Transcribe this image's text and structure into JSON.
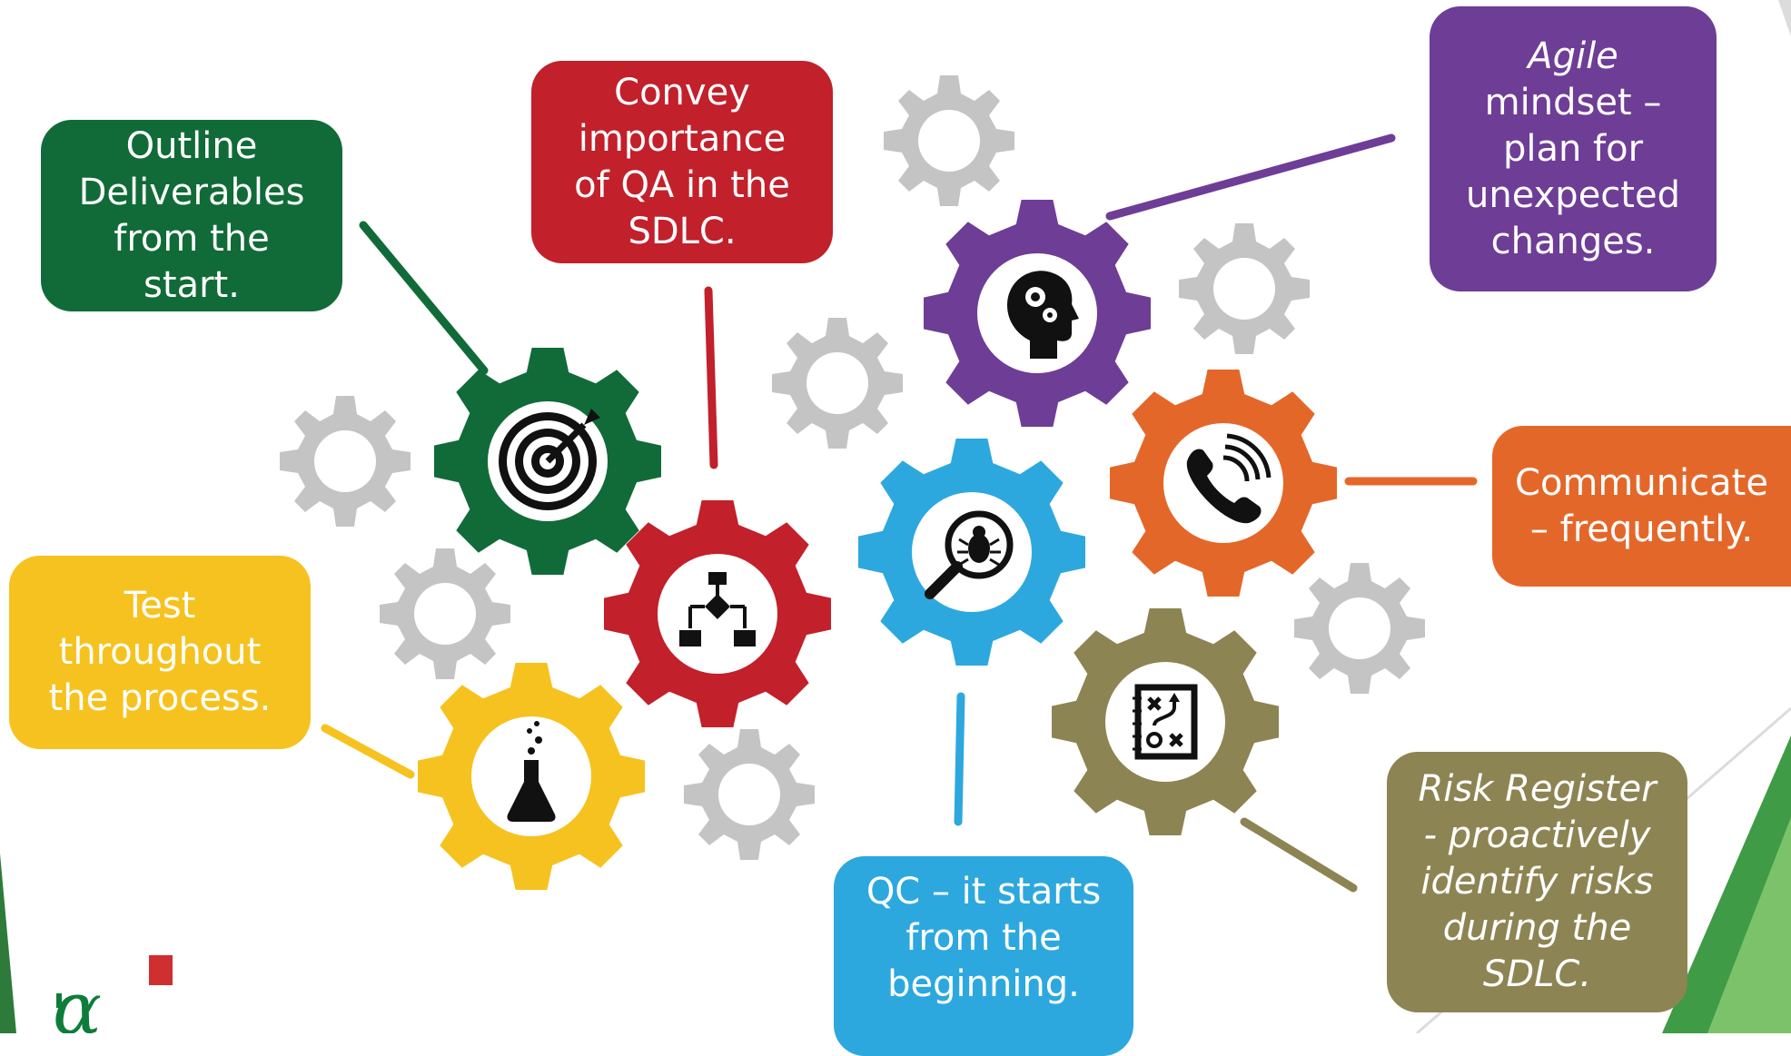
{
  "colors": {
    "green": "#116b38",
    "red": "#c2202b",
    "purple": "#6e3d96",
    "orange": "#e4672a",
    "blue": "#2da8de",
    "yellow": "#f6c21f",
    "olive": "#8d8453",
    "gray": "#c4c4c4",
    "logo_red": "#cf2f2f",
    "logo_green": "#0f7d3a"
  },
  "boxes": {
    "outline": [
      "Outline",
      "Deliverables",
      "from the",
      "start."
    ],
    "convey": [
      "Convey",
      "importance",
      "of QA in the",
      "SDLC."
    ],
    "agile": [
      "Agile",
      "mindset –",
      "plan for",
      "unexpected",
      "changes."
    ],
    "communicate": [
      "Communicate",
      "– frequently."
    ],
    "test": [
      "Test",
      "throughout",
      "the process."
    ],
    "qc": [
      "QC – it starts",
      "from the",
      "beginning."
    ],
    "risk": [
      "Risk Register",
      "- proactively",
      "identify risks",
      "during the",
      "SDLC."
    ]
  },
  "gears": [
    {
      "id": "green",
      "color": "green",
      "icon": "target-icon"
    },
    {
      "id": "red",
      "color": "red",
      "icon": "flowchart-icon"
    },
    {
      "id": "purple",
      "color": "purple",
      "icon": "head-gears-icon"
    },
    {
      "id": "blue",
      "color": "blue",
      "icon": "bug-search-icon"
    },
    {
      "id": "orange",
      "color": "orange",
      "icon": "phone-call-icon"
    },
    {
      "id": "yellow",
      "color": "yellow",
      "icon": "flask-icon"
    },
    {
      "id": "olive",
      "color": "olive",
      "icon": "strategy-board-icon"
    }
  ],
  "logo": {
    "name": "alpha-logo-icon"
  }
}
